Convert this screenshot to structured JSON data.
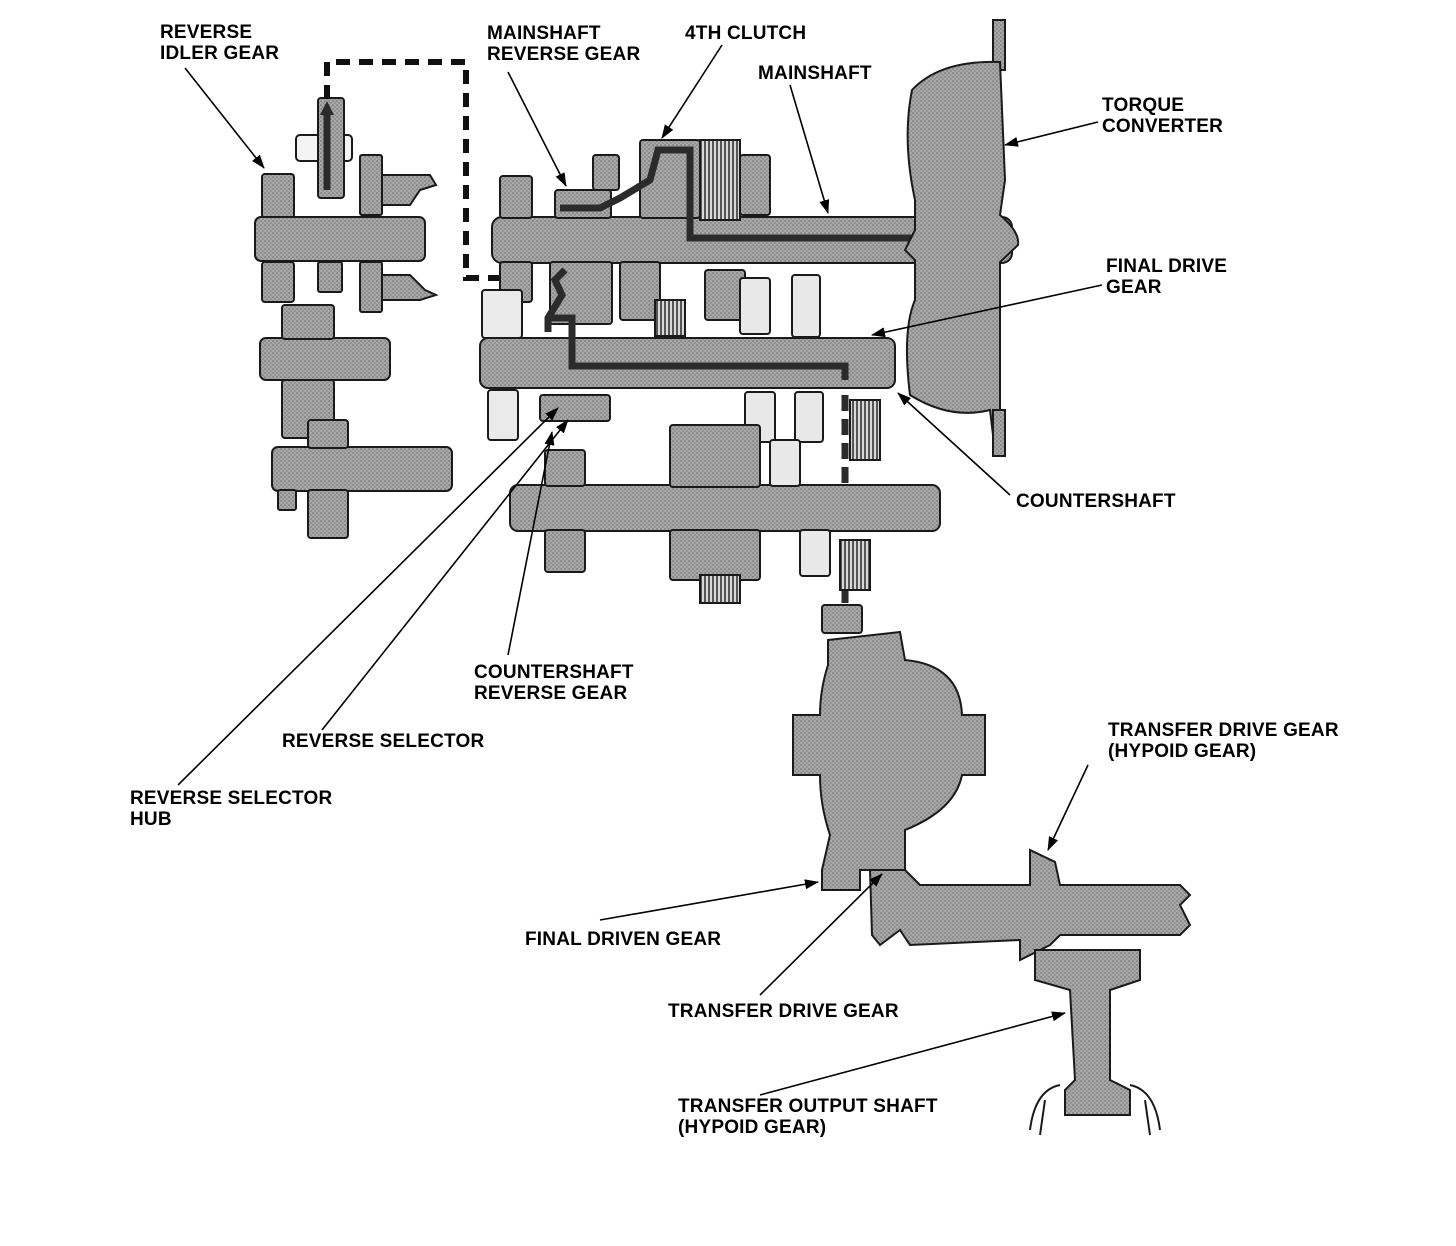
{
  "labels": {
    "reverse_idler_gear": [
      "REVERSE",
      "IDLER GEAR"
    ],
    "mainshaft_reverse_gear": [
      "MAINSHAFT",
      "REVERSE GEAR"
    ],
    "fourth_clutch": [
      "4TH CLUTCH"
    ],
    "mainshaft": [
      "MAINSHAFT"
    ],
    "torque_converter": [
      "TORQUE",
      "CONVERTER"
    ],
    "final_drive_gear": [
      "FINAL DRIVE",
      "GEAR"
    ],
    "countershaft": [
      "COUNTERSHAFT"
    ],
    "countershaft_reverse_gear": [
      "COUNTERSHAFT",
      "REVERSE GEAR"
    ],
    "reverse_selector": [
      "REVERSE SELECTOR"
    ],
    "reverse_selector_hub": [
      "REVERSE SELECTOR",
      "HUB"
    ],
    "transfer_drive_gear_hypoid": [
      "TRANSFER DRIVE GEAR",
      "(HYPOID GEAR)"
    ],
    "final_driven_gear": [
      "FINAL DRIVEN GEAR"
    ],
    "transfer_drive_gear": [
      "TRANSFER DRIVE GEAR"
    ],
    "transfer_output_shaft": [
      "TRANSFER OUTPUT SHAFT",
      "(HYPOID GEAR)"
    ]
  },
  "colors": {
    "part_fill": "#9a9a9a",
    "part_stroke": "#1a1a1a",
    "power_flow": "#2b2b2b",
    "background": "#ffffff"
  }
}
